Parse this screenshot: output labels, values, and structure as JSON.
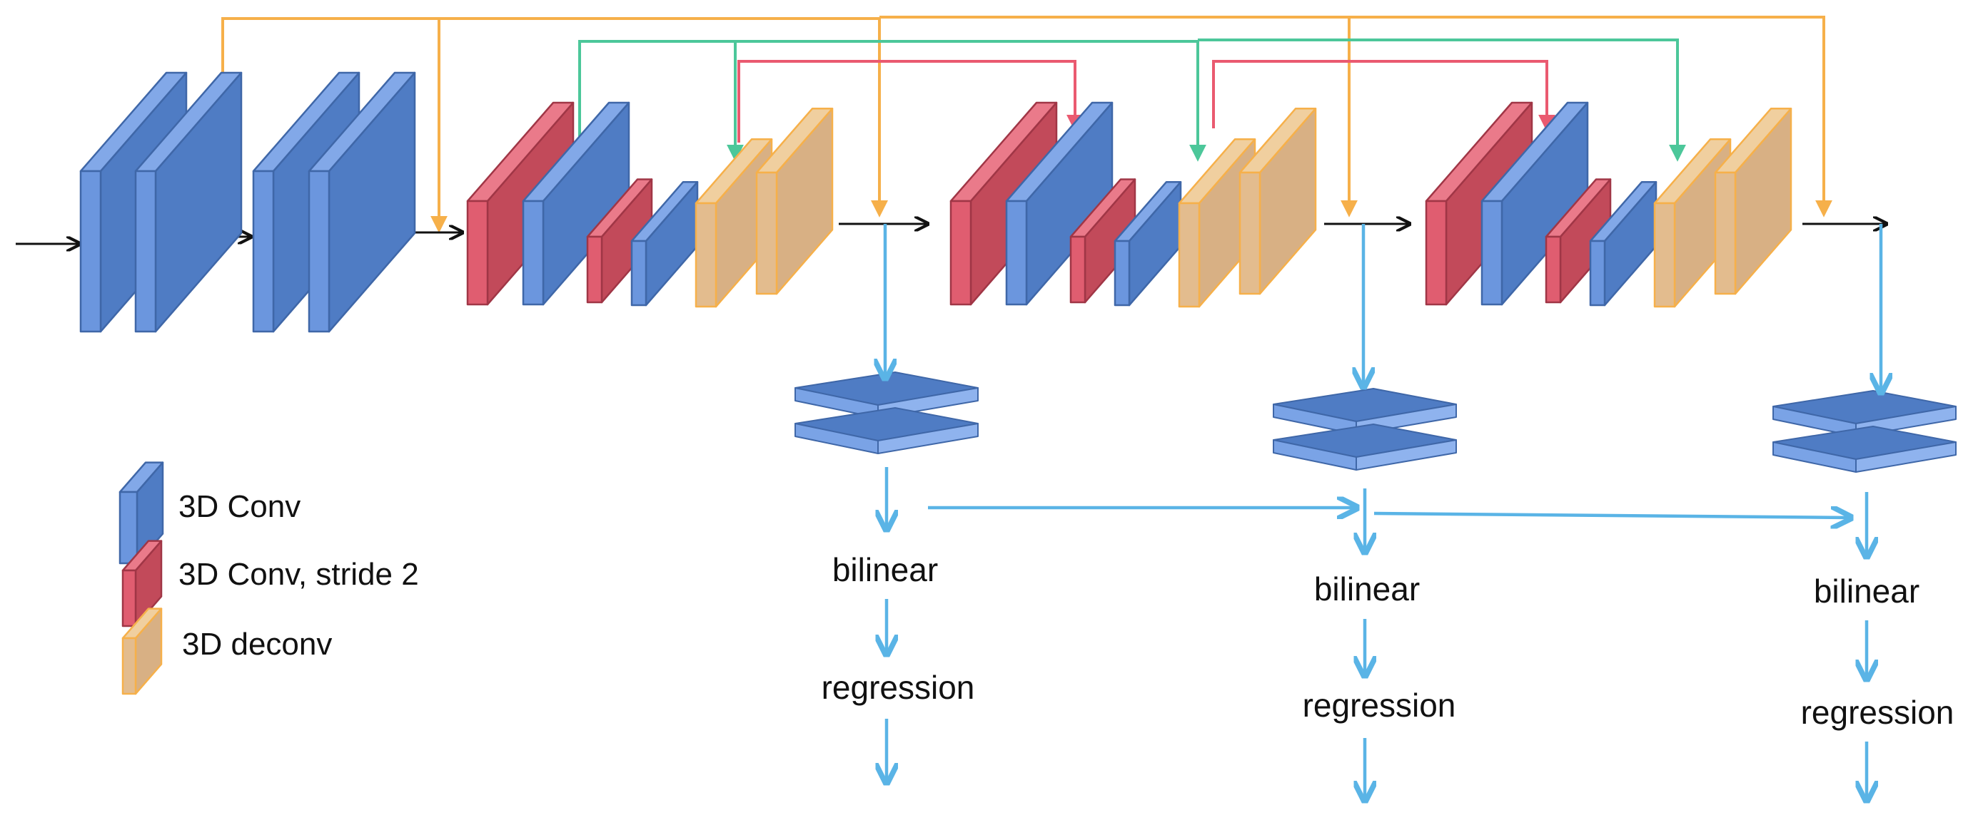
{
  "legend": {
    "conv": "3D Conv",
    "conv_stride": "3D Conv, stride 2",
    "deconv": "3D deconv"
  },
  "outputs": [
    {
      "bilinear": "bilinear",
      "regression": "regression"
    },
    {
      "bilinear": "bilinear",
      "regression": "regression"
    },
    {
      "bilinear": "bilinear",
      "regression": "regression"
    }
  ],
  "colors": {
    "conv": "#4f7cc4",
    "conv_stride": "#c24a5a",
    "deconv": "#d8b084",
    "skip_orange": "#f6b04a",
    "skip_green": "#4cc79a",
    "skip_red": "#ea5a70",
    "flow_blue": "#5ab4e6",
    "main_line": "#111111"
  }
}
